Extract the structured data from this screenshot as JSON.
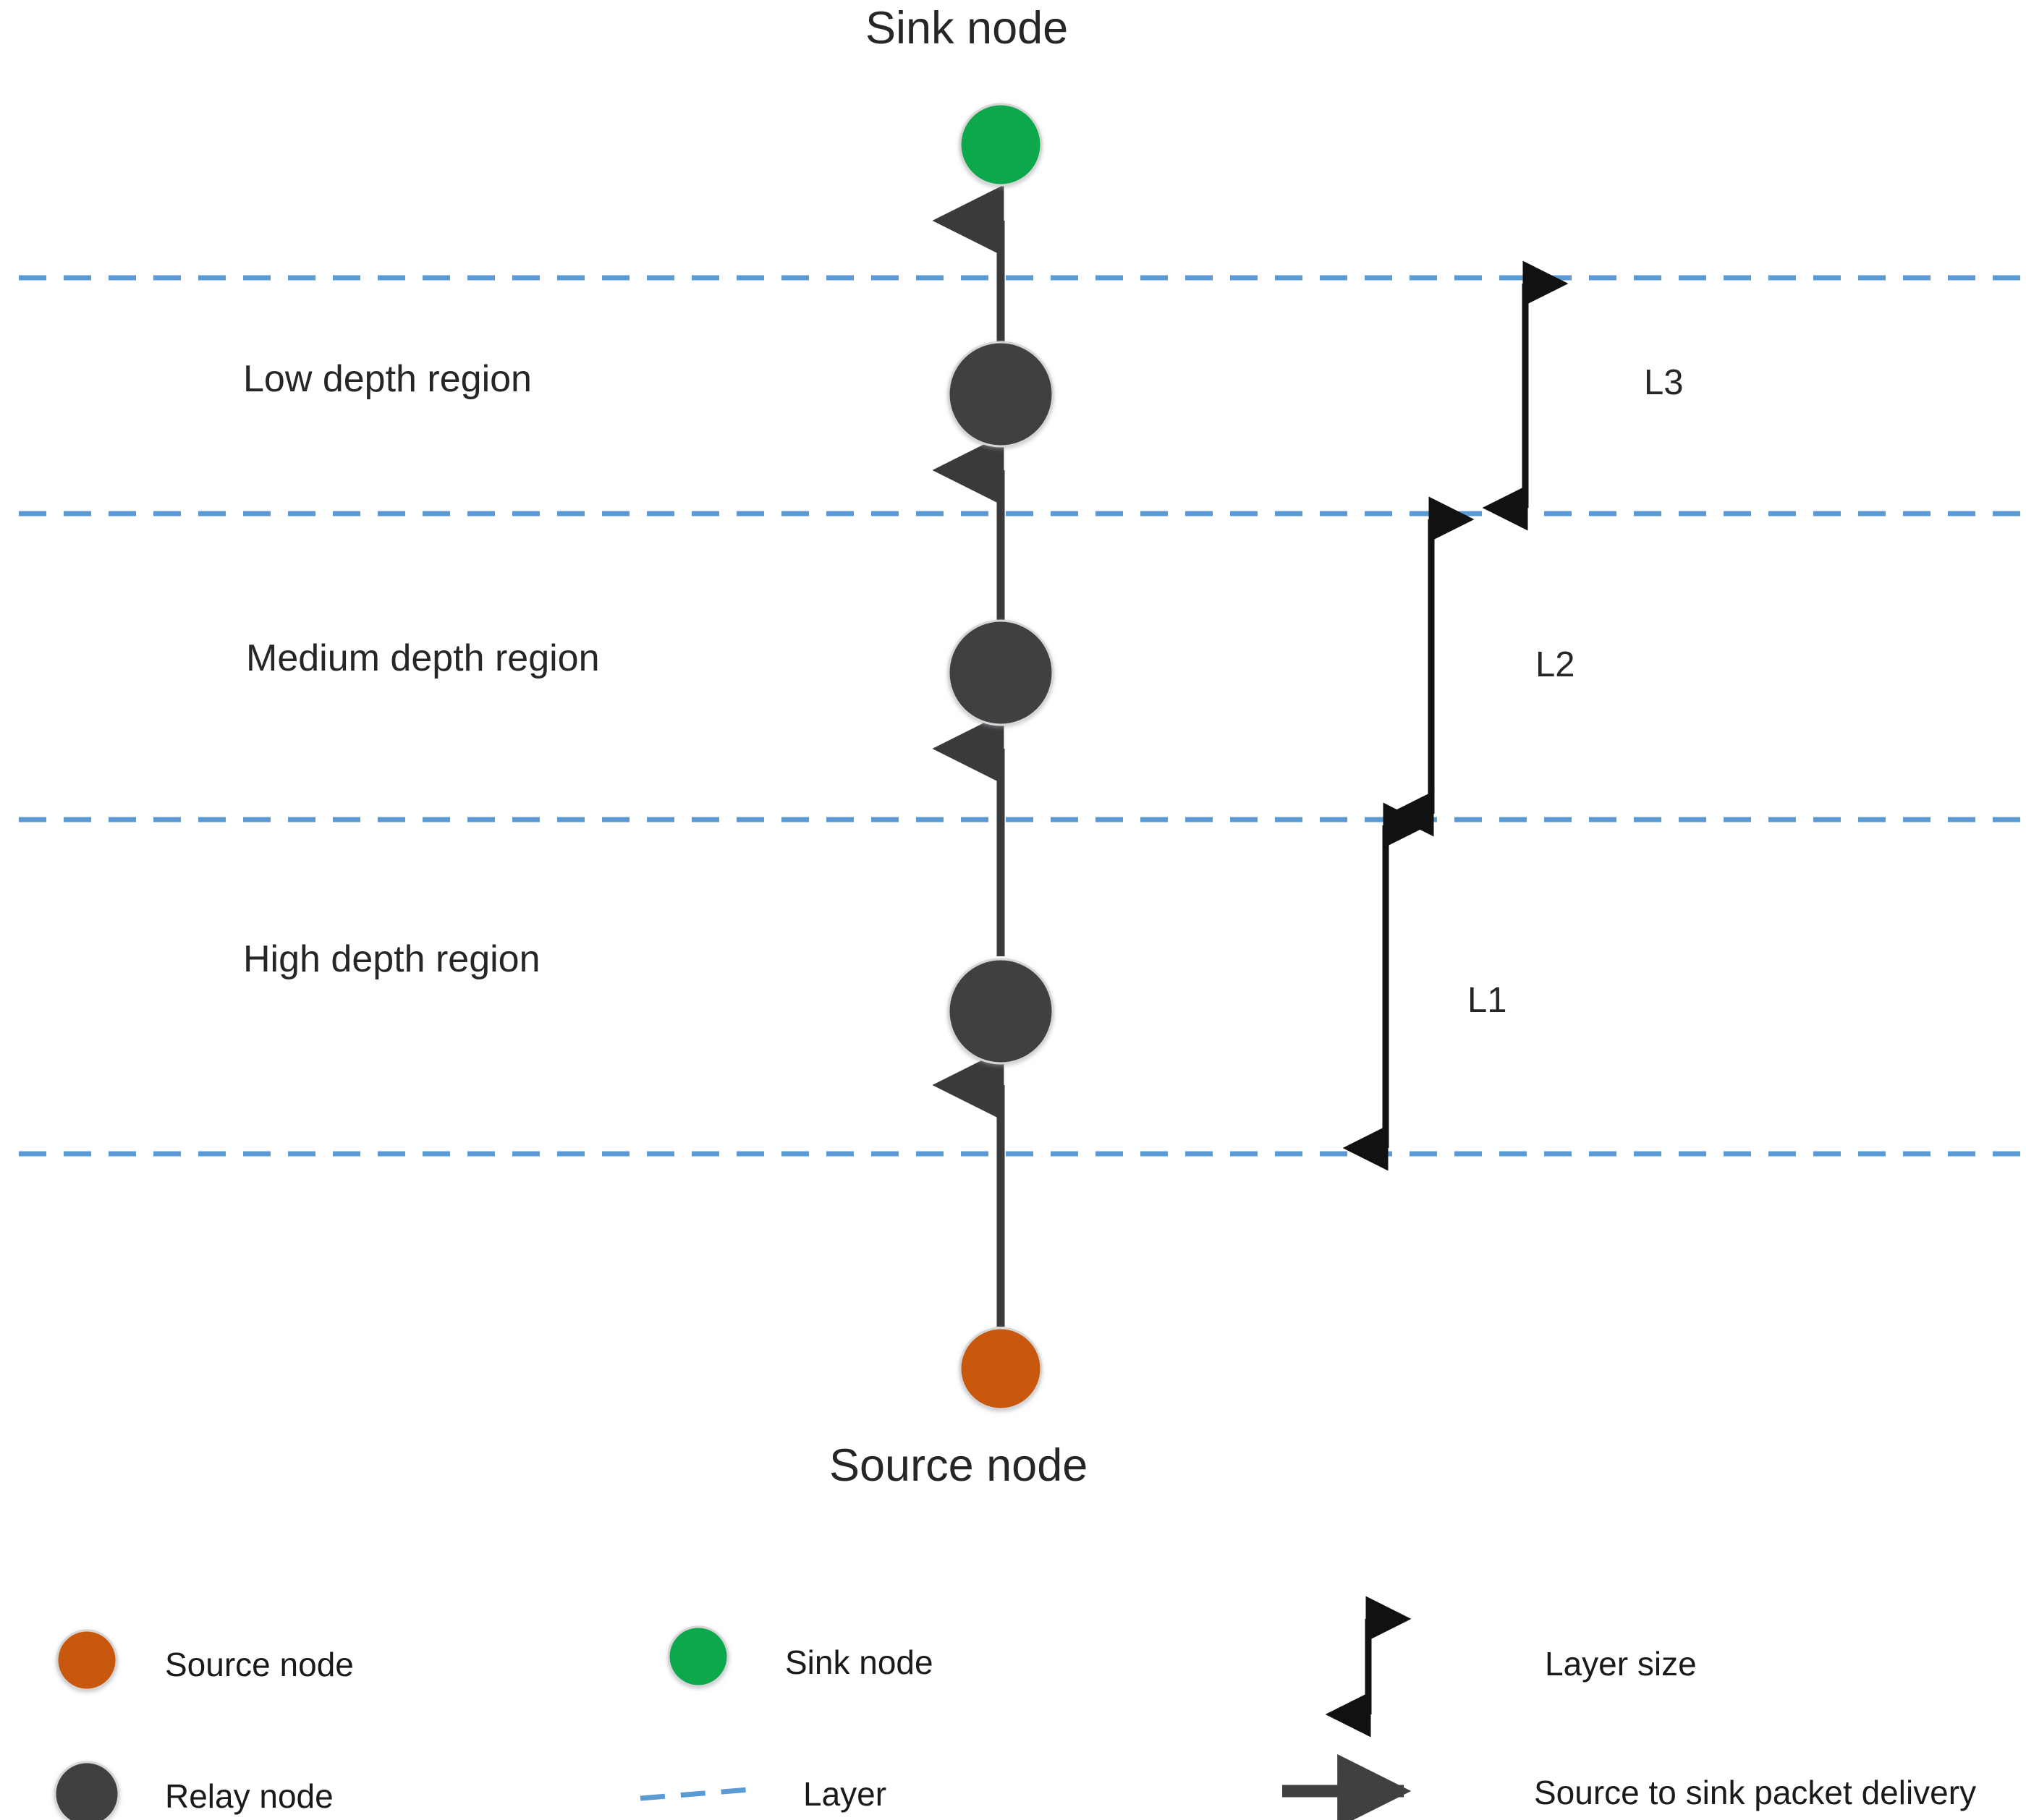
{
  "diagram": {
    "title_top": "Sink node",
    "title_bottom": "Source node",
    "regions": [
      {
        "label": "Low depth region"
      },
      {
        "label": "Medium depth region"
      },
      {
        "label": "High depth region"
      }
    ],
    "layer_sizes": [
      {
        "label": "L3"
      },
      {
        "label": "L2"
      },
      {
        "label": "L1"
      }
    ],
    "nodes": {
      "sink": "sink-node",
      "relay": "relay-node",
      "source": "source-node"
    }
  },
  "legend": {
    "items": [
      {
        "label": "Source node",
        "symbol": "filled-circle",
        "color": "#C8590F"
      },
      {
        "label": "Relay node",
        "symbol": "filled-circle",
        "color": "#404040"
      },
      {
        "label": "Sink node",
        "symbol": "filled-circle",
        "color": "#0FA84C"
      },
      {
        "label": "Layer",
        "symbol": "dashed-line",
        "color": "#5B9BD5"
      },
      {
        "label": "Layer size",
        "symbol": "double-arrow-vertical",
        "color": "#111111"
      },
      {
        "label": "Source to sink packet delivery",
        "symbol": "arrow-right",
        "color": "#404040"
      }
    ]
  },
  "colors": {
    "sink_green": "#0FA84C",
    "source_orange": "#C8590F",
    "relay_gray": "#404040",
    "layer_blue": "#5B9BD5",
    "arrow_black": "#111111",
    "text": "#262626",
    "background": "#FFFFFF"
  }
}
